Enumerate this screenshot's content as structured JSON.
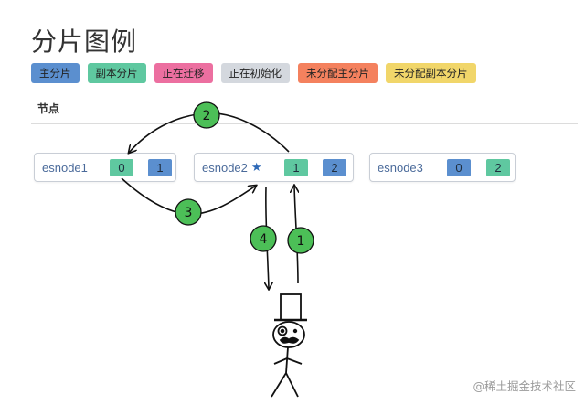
{
  "title": "分片图例",
  "legend": [
    {
      "label": "主分片",
      "color": "#5b8fcf"
    },
    {
      "label": "副本分片",
      "color": "#5fc8a0"
    },
    {
      "label": "正在迁移",
      "color": "#ec6fa0"
    },
    {
      "label": "正在初始化",
      "color": "#d4d8de"
    },
    {
      "label": "未分配主分片",
      "color": "#f4815e"
    },
    {
      "label": "未分配副本分片",
      "color": "#f1d66a"
    }
  ],
  "section_label": "节点",
  "nodes": [
    {
      "name": "esnode1",
      "starred": false,
      "primary_shard": "0",
      "replica_shard": "1"
    },
    {
      "name": "esnode2",
      "starred": true,
      "replica_shard": "1",
      "primary_shard": "2"
    },
    {
      "name": "esnode3",
      "starred": false,
      "primary_shard": "0",
      "replica_shard": "2"
    }
  ],
  "steps": [
    "1",
    "2",
    "3",
    "4"
  ],
  "icons": {
    "star": "star-icon",
    "figure": "stick-figure-with-top-hat"
  },
  "watermark": "@稀土掘金技术社区"
}
